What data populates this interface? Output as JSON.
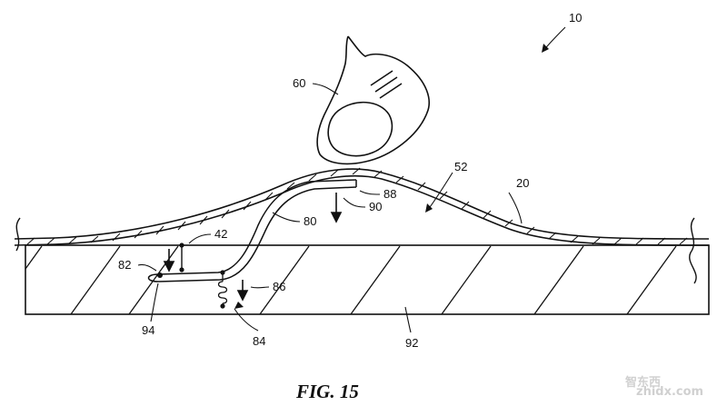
{
  "figure": {
    "caption": "FIG. 15",
    "labels": {
      "device": "10",
      "finger": "60",
      "region": "52",
      "display": "20",
      "member": "88",
      "arm": "80",
      "direction_a": "90",
      "contact": "42",
      "direction_b": "82",
      "direction_c": "86",
      "end": "94",
      "spring": "84",
      "housing": "92"
    }
  },
  "watermark": {
    "text": "智东西",
    "subtext": "zhidx.com"
  }
}
